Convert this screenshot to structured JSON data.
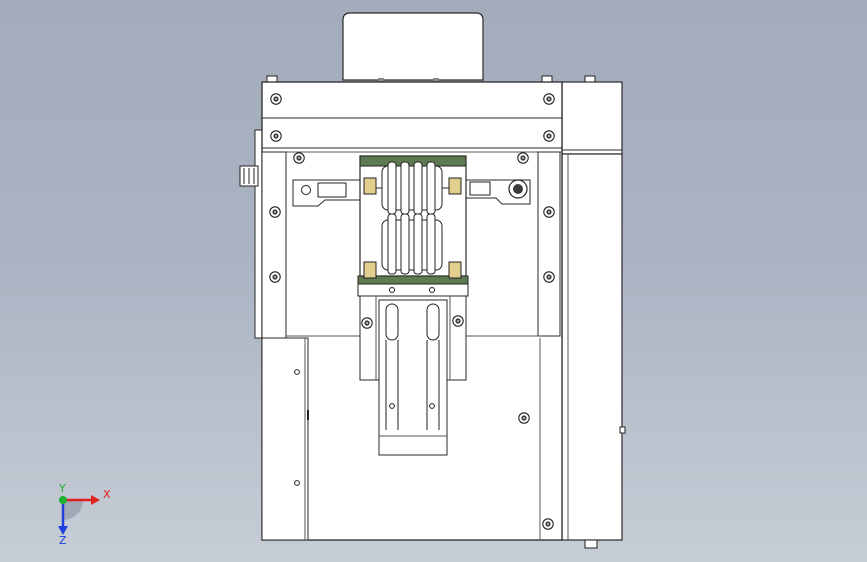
{
  "viewport": {
    "background_top": "#a3acbb",
    "background_bottom": "#c6cdd6",
    "model_line_color": "#2a2a2a",
    "model_fill": "#ffffff",
    "model_shade": "#e9ebee",
    "green_plate": "#5e7a52",
    "tan_block": "#e2cf8d"
  },
  "triad": {
    "x_label": "X",
    "y_label": "Y",
    "z_label": "Z",
    "x_color": "#e02020",
    "y_color": "#20b030",
    "z_color": "#2040e0"
  }
}
